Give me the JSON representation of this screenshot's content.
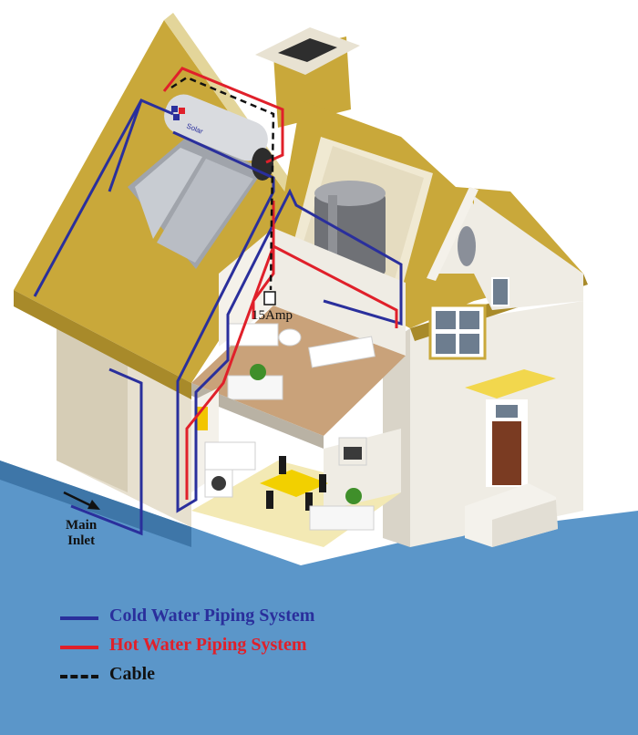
{
  "labels": {
    "amp": "15Amp",
    "inlet_line1": "Main",
    "inlet_line2": "Inlet"
  },
  "panel": {
    "logo_text": "Solar"
  },
  "legend": [
    {
      "id": "cold",
      "label": "Cold Water Piping System",
      "color": "#2a2f9c",
      "style": "solid"
    },
    {
      "id": "hot",
      "label": "Hot Water Piping System",
      "color": "#e0202a",
      "style": "solid"
    },
    {
      "id": "cable",
      "label": "Cable",
      "color": "#111111",
      "style": "dashed"
    }
  ],
  "colors": {
    "ground": "#5b96c9",
    "roof": "#c9a83a",
    "wall": "#ece8df",
    "floor": "#c9a27a",
    "cold_pipe": "#2a2f9c",
    "hot_pipe": "#e0202a"
  }
}
